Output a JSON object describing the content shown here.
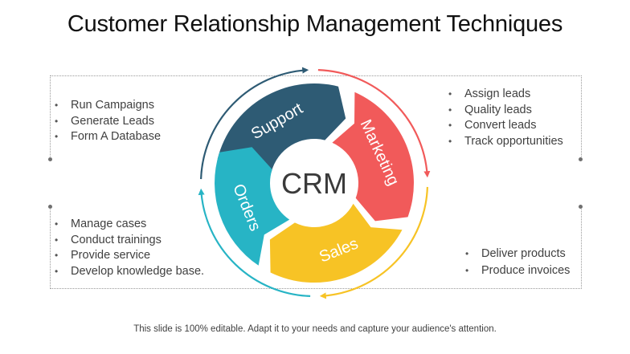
{
  "title": "Customer Relationship Management Techniques",
  "center_label": "CRM",
  "segments": [
    {
      "label": "Support",
      "color": "#2e5b74"
    },
    {
      "label": "Marketing",
      "color": "#f15a5a"
    },
    {
      "label": "Sales",
      "color": "#f7c325"
    },
    {
      "label": "Orders",
      "color": "#27b4c5"
    }
  ],
  "lists": {
    "top_left": [
      "Run Campaigns",
      "Generate Leads",
      "Form A Database"
    ],
    "top_right": [
      "Assign leads",
      "Quality leads",
      "Convert leads",
      "Track opportunities"
    ],
    "bottom_left": [
      "Manage cases",
      "Conduct trainings",
      "Provide service",
      "Develop knowledge base."
    ],
    "bottom_right": [
      "Deliver products",
      "Produce invoices"
    ]
  },
  "footer": "This slide is 100% editable. Adapt it to your needs and capture your audience's attention."
}
